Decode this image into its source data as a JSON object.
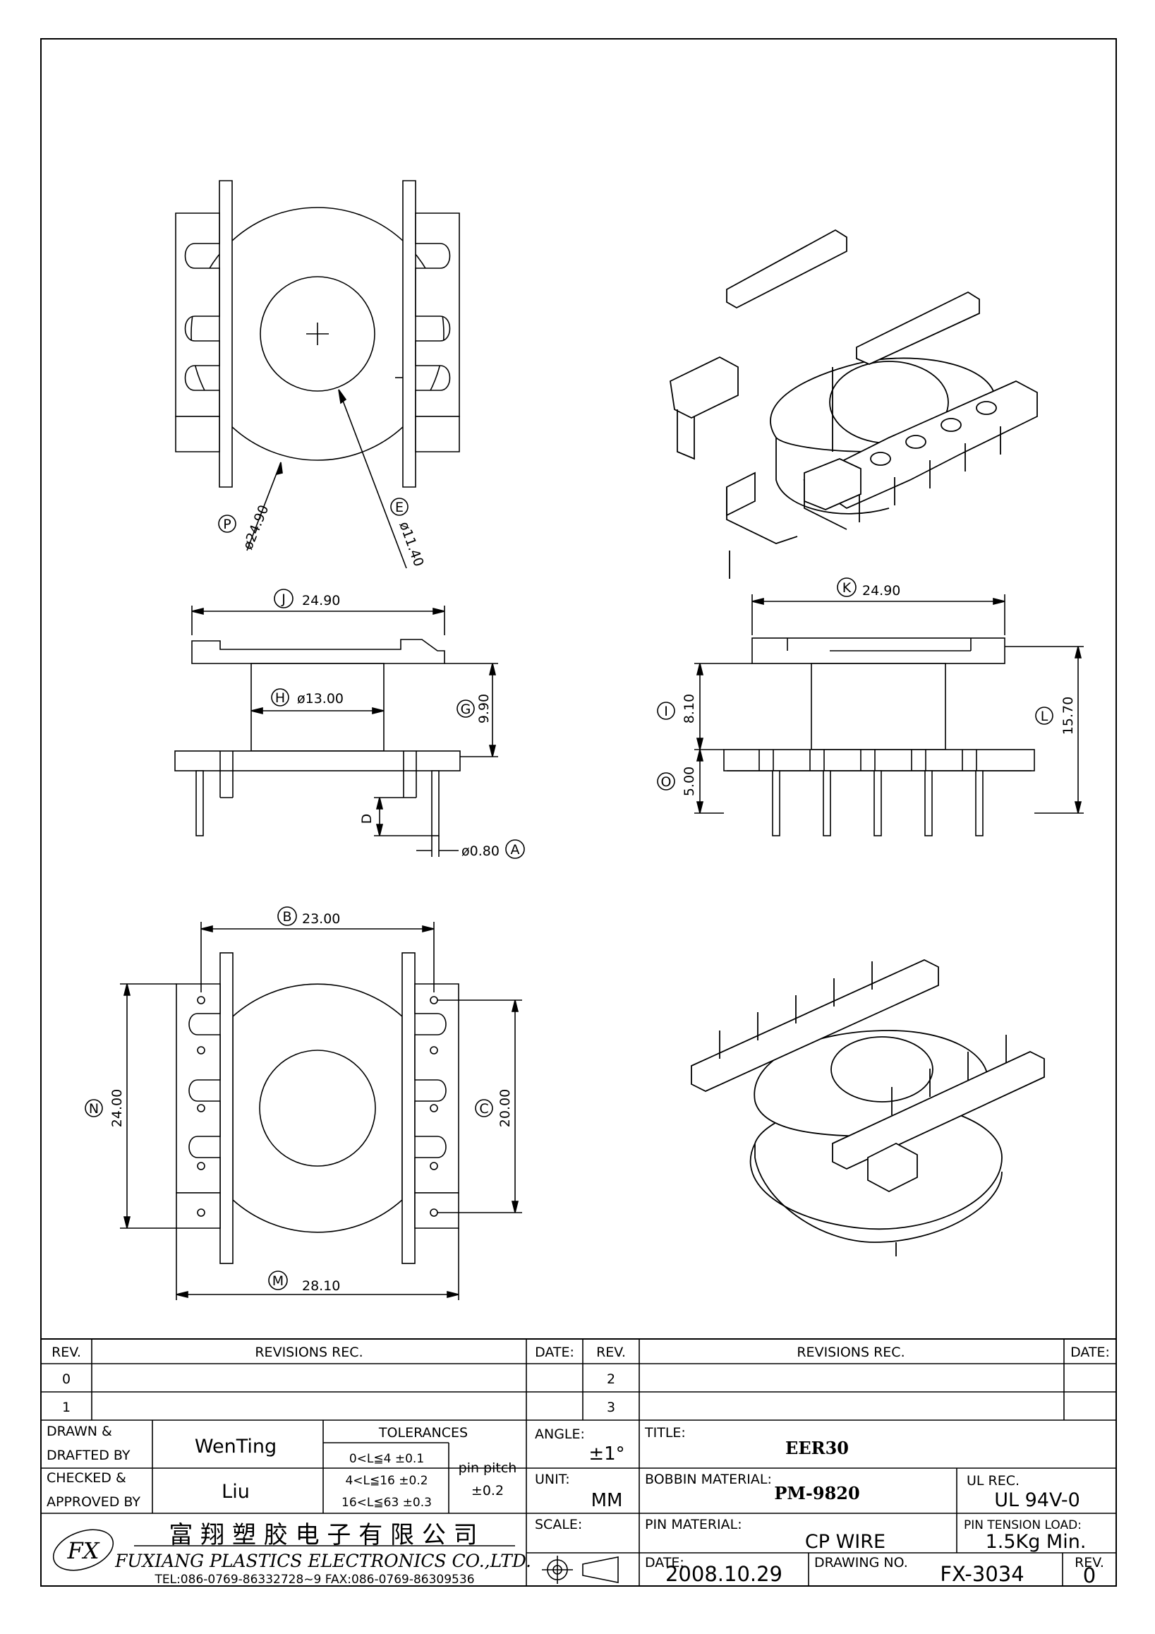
{
  "views": {
    "top": {
      "p_label": "P",
      "p_value": "ø24.90",
      "e_label": "E",
      "e_value": "ø11.40"
    },
    "front": {
      "j_label": "J",
      "j_value": "24.90",
      "h_label": "H",
      "h_value": "ø13.00",
      "g_label": "G",
      "g_value": "9.90",
      "d_label": "D",
      "a_label": "A",
      "a_value": "ø0.80"
    },
    "side": {
      "k_label": "K",
      "k_value": "24.90",
      "i_label": "I",
      "i_value": "8.10",
      "o_label": "O",
      "o_value": "5.00",
      "l_label": "L",
      "l_value": "15.70"
    },
    "bottom": {
      "b_label": "B",
      "b_value": "23.00",
      "n_label": "N",
      "n_value": "24.00",
      "c_label": "C",
      "c_value": "20.00",
      "m_label": "M",
      "m_value": "28.10"
    }
  },
  "title_block": {
    "rev_header": "REV.",
    "revisions_header": "REVISIONS   REC.",
    "date_header": "DATE:",
    "rev_left": [
      "0",
      "1"
    ],
    "rev_right": [
      "2",
      "3"
    ],
    "drawn_label_1": "DRAWN &",
    "drawn_label_2": "DRAFTED BY",
    "drawn_by": "WenTing",
    "checked_label_1": "CHECKED &",
    "checked_label_2": "APPROVED BY",
    "checked_by": "Liu",
    "tolerances_header": "TOLERANCES",
    "tolerances": [
      "0<L≦4   ±0.1",
      "4<L≦16  ±0.2",
      "16<L≦63  ±0.3"
    ],
    "pin_pitch_label": "pin pitch",
    "pin_pitch_value": "±0.2",
    "angle_label": "ANGLE:",
    "angle_value": "±1°",
    "unit_label": "UNIT:",
    "unit_value": "MM",
    "scale_label": "SCALE:",
    "title_label": "TITLE:",
    "title_value": "EER30",
    "bobbin_material_label": "BOBBIN MATERIAL:",
    "bobbin_material_value": "PM-9820",
    "ul_rec_label": "UL REC.",
    "ul_rec_value": "UL 94V-0",
    "pin_material_label": "PIN MATERIAL:",
    "pin_material_value": "CP WIRE",
    "pin_tension_label": "PIN TENSION LOAD:",
    "pin_tension_value": "1.5Kg Min.",
    "date_label": "DATE:",
    "date_value": "2008.10.29",
    "drawing_no_label": "DRAWING NO.",
    "drawing_no_value": "FX-3034",
    "rev_label": "REV.",
    "rev_value": "0",
    "company_cn": "富 翔 塑 胶 电 子 有 限 公 司",
    "company_en": "FUXIANG PLASTICS ELECTRONICS CO.,LTD.",
    "contact": "TEL:086-0769-86332728~9  FAX:086-0769-86309536",
    "logo_text": "FX"
  }
}
